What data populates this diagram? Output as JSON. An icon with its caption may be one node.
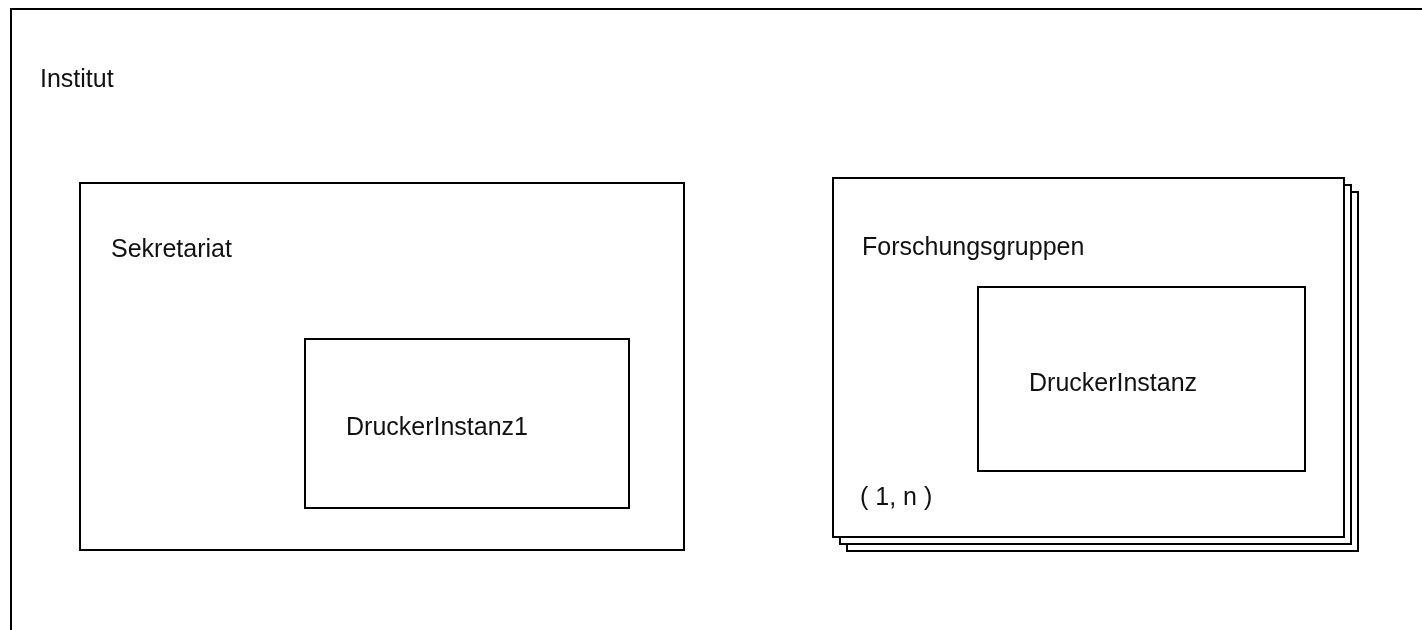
{
  "diagram": {
    "nodes": [
      {
        "text": [
          "Institut"
        ]
      },
      {
        "text": [
          "Sekretariat"
        ],
        "in": 0
      },
      {
        "text": [
          "DruckerInstanz1"
        ],
        "in": 1
      },
      {
        "text": [
          "Forschungsgruppen",
          "( 1, n )"
        ],
        "in": 0
      },
      {
        "text": [
          "DruckerInstanz"
        ],
        "in": 3
      }
    ]
  }
}
